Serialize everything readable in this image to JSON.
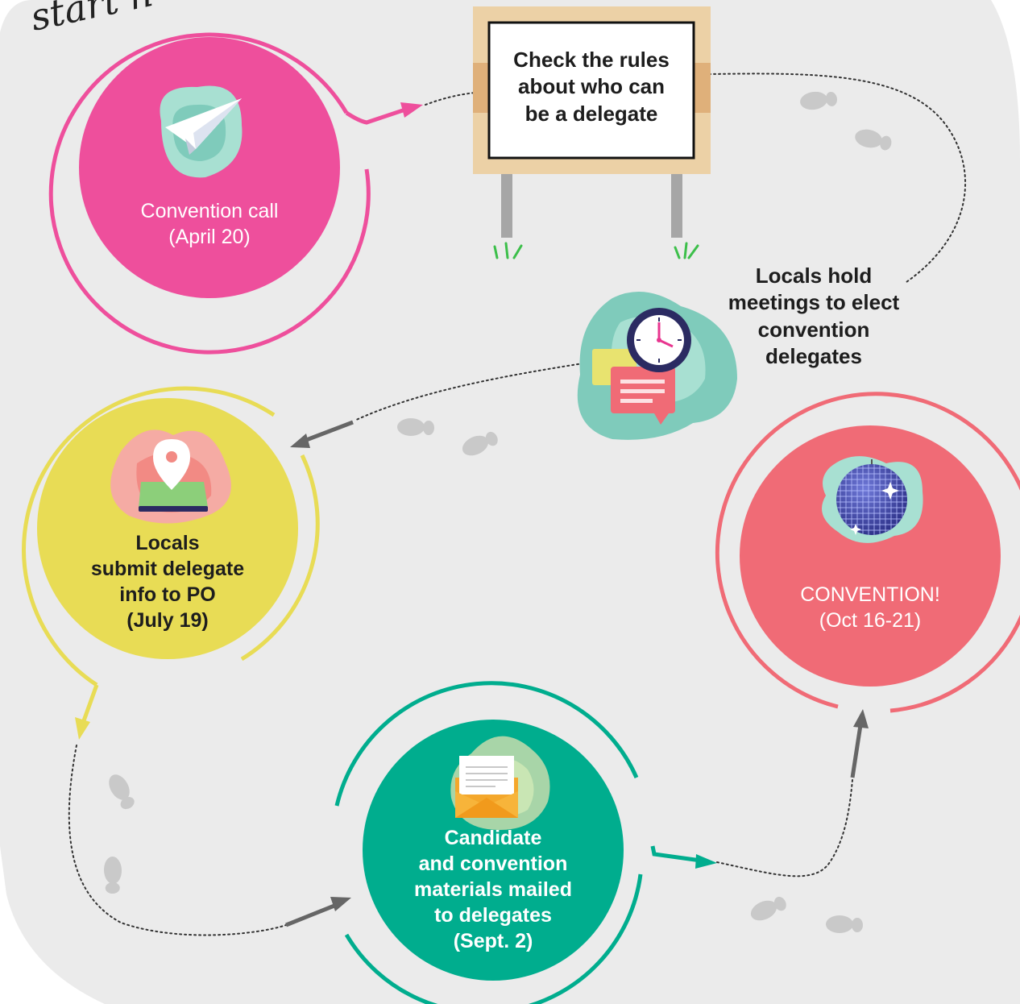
{
  "start_label": "start h",
  "nodes": {
    "convention_call": {
      "lines": [
        "Convention call",
        "(April 20)"
      ],
      "color": "#ee4f9c"
    },
    "check_rules": {
      "lines": [
        "Check the rules",
        "about who can",
        "be a delegate"
      ],
      "color": "#e9cc9c"
    },
    "locals_meetings": {
      "lines": [
        "Locals hold",
        "meetings to elect",
        "convention",
        "delegates"
      ],
      "color": "#7fcbbb"
    },
    "submit_info": {
      "lines": [
        "Locals",
        "submit delegate",
        "info to PO",
        "(July 19)"
      ],
      "color": "#e8dc55"
    },
    "materials_mailed": {
      "lines": [
        "Candidate",
        "and convention",
        "materials mailed",
        "to delegates",
        "(Sept. 2)"
      ],
      "color": "#00ad8e"
    },
    "convention": {
      "lines": [
        "CONVENTION!",
        "(Oct 16-21)"
      ],
      "color": "#f06b76"
    }
  },
  "icons": {
    "convention_call": "paper-plane-icon",
    "locals_meetings": "clock-chat-icon",
    "submit_info": "map-pin-icon",
    "materials_mailed": "envelope-icon",
    "convention": "disco-ball-icon",
    "footsteps": "footsteps-icon"
  },
  "colors": {
    "background": "#ebebeb",
    "arrow": "#666666",
    "pink_ring": "#ee4f9c",
    "yellow_ring": "#e8dc55",
    "teal_ring": "#00ad8e",
    "coral_ring": "#f06b76"
  }
}
